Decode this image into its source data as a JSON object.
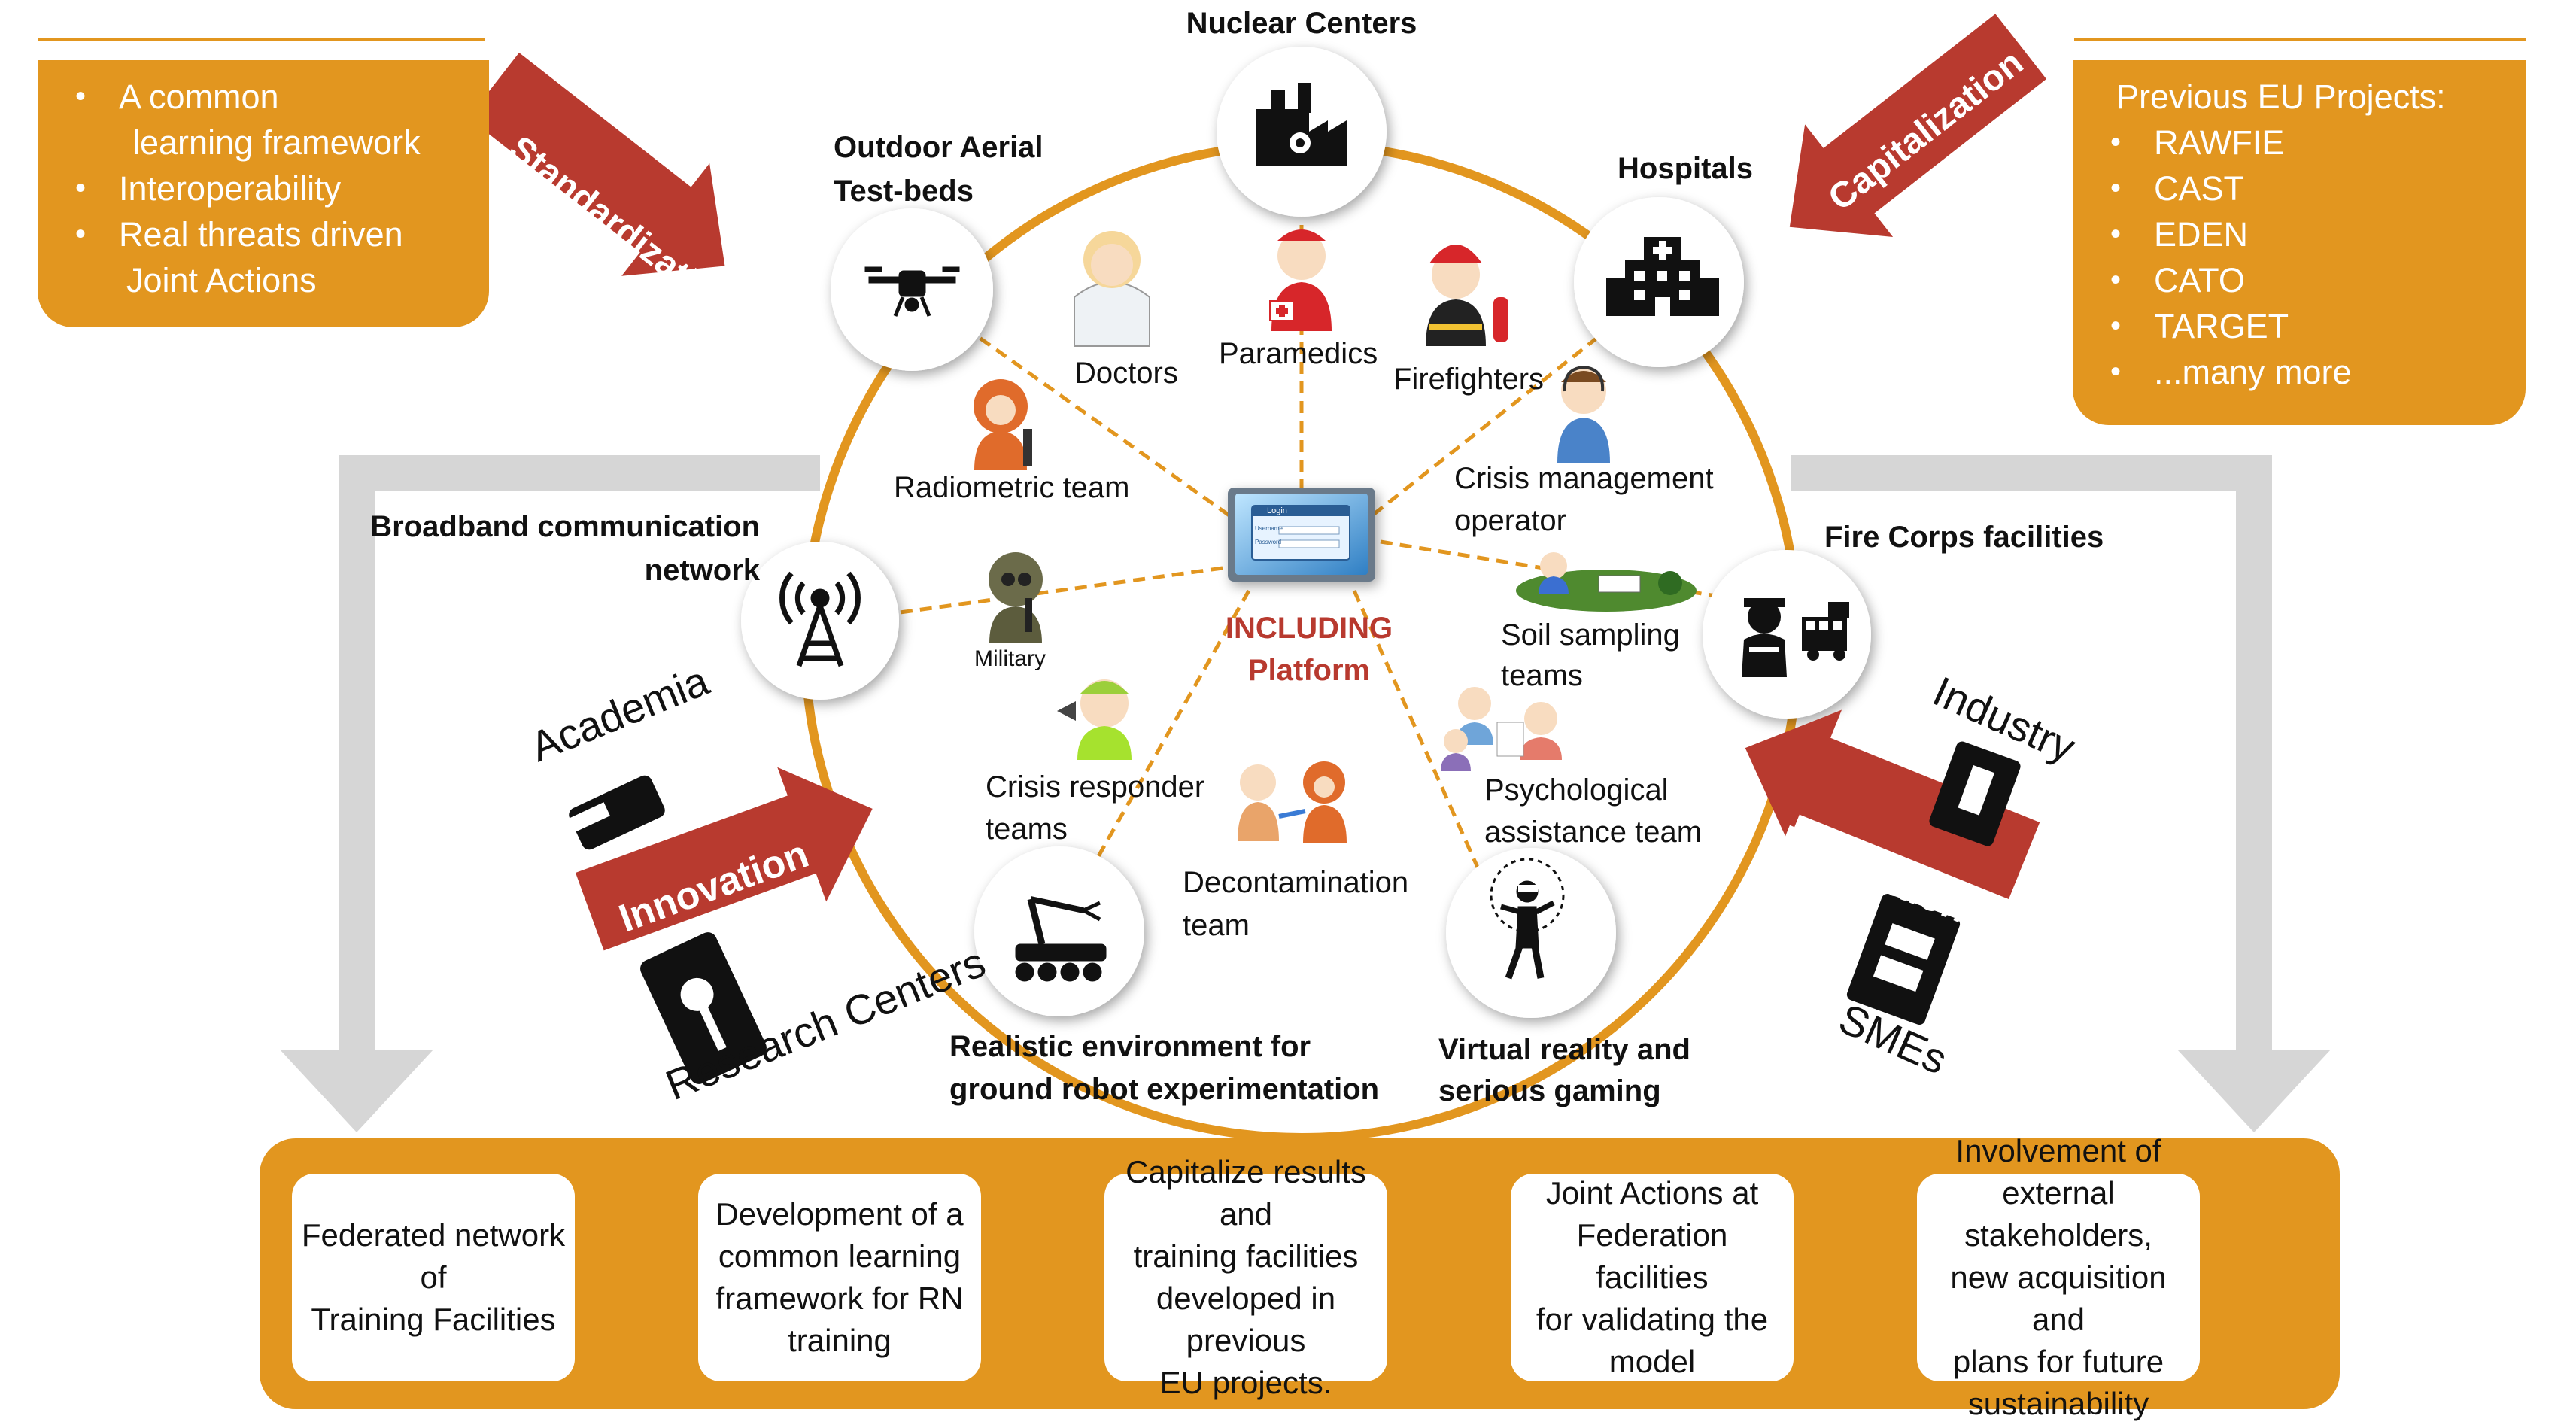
{
  "left_box": {
    "items": [
      "A common",
      "learning framework",
      "Interoperability",
      "Real threats driven",
      "Joint Actions"
    ]
  },
  "right_box": {
    "heading": "Previous  EU Projects:",
    "items": [
      "RAWFIE",
      "CAST",
      "EDEN",
      "CATO",
      "TARGET",
      "...many more"
    ]
  },
  "arrows": {
    "standardization": "Standardization",
    "capitalization": "Capitalization",
    "innovation_left": "Innovation",
    "innovation_right": "Innovation"
  },
  "facilities": {
    "nuclear": "Nuclear Centers",
    "aerial_1": "Outdoor Aerial",
    "aerial_2": "Test-beds",
    "hospitals": "Hospitals",
    "broadband_1": "Broadband communication",
    "broadband_2": "network",
    "fire_corps": "Fire Corps facilities",
    "robot_1": "Realistic environment for",
    "robot_2": "ground robot experimentation",
    "vr_1": "Virtual reality and",
    "vr_2": "serious gaming"
  },
  "roles": {
    "doctors": "Doctors",
    "paramedics": "Paramedics",
    "firefighters": "Firefighters",
    "radiometric": "Radiometric team",
    "crisis_mgmt_1": "Crisis management",
    "crisis_mgmt_2": "operator",
    "military": "Military",
    "soil_1": "Soil sampling",
    "soil_2": "teams",
    "crisis_resp_1": "Crisis responder",
    "crisis_resp_2": "teams",
    "psych_1": "Psychological",
    "psych_2": "assistance team",
    "decon_1": "Decontamination",
    "decon_2": "team"
  },
  "center": {
    "line1": "INCLUDING",
    "line2": "Platform",
    "login_title": "Login",
    "login_user": "Username",
    "login_pass": "Password"
  },
  "stakeholders": {
    "academia": "Academia",
    "research": "Research Centers",
    "industry": "Industry",
    "smes": "SMEs"
  },
  "cards": [
    "Federated  network of\nTraining Facilities",
    "Development of a\ncommon learning\nframework for RN\ntraining",
    "Capitalize results and\ntraining facilities\ndeveloped in previous\nEU projects.",
    "Joint Actions at\nFederation facilities\nfor validating the\nmodel",
    "Involvement of\nexternal stakeholders,\nnew acquisition and\nplans for future\nsustainability"
  ],
  "colors": {
    "orange": "#e2961f",
    "arrow_red": "#b83a2f",
    "grey_arrow": "#d6d6d6"
  }
}
